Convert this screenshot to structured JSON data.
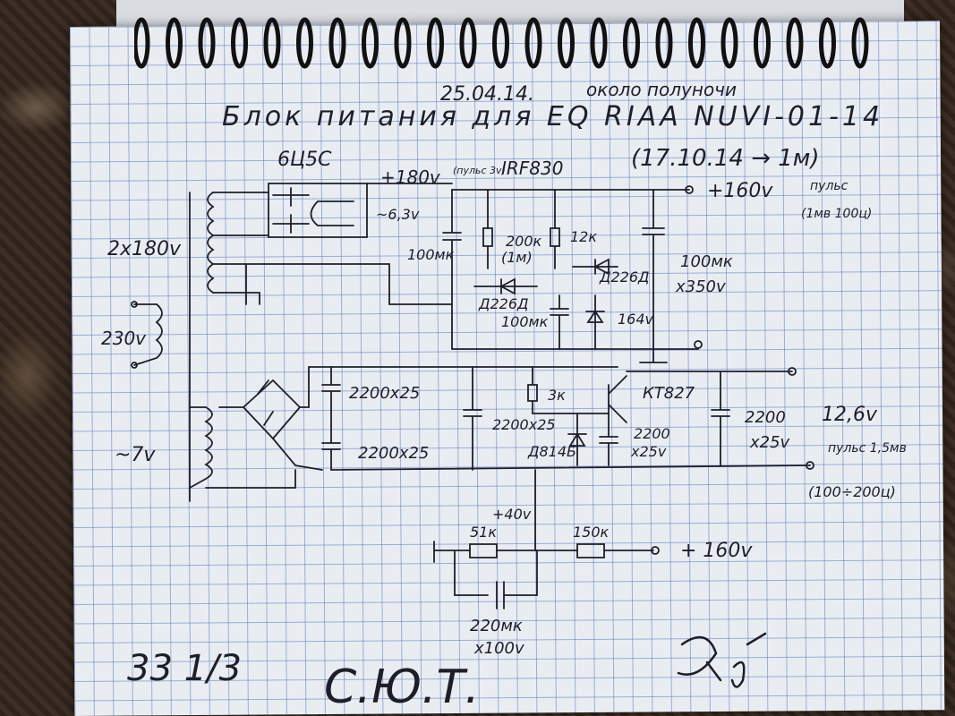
{
  "header": {
    "date": "25.04.14.",
    "time_note": "около полуночи",
    "title": "Блок питания для EQ RIAA NUVI-01-14",
    "revision": "(17.10.14 → 1м)"
  },
  "tube_section": {
    "tube": "6Ц5С",
    "heater": "~6,3v",
    "secondary": "2x180v",
    "mains": "230v",
    "b_plus": "+180v",
    "ripple_note": "(пульс 3v)",
    "mosfet": "IRF830",
    "output": "+160v",
    "output_ripple": "пульс",
    "output_ripple2": "(1мв 100ц)",
    "c_in": "100мк",
    "r1": "200к",
    "r1_alt": "(1м)",
    "r2": "12к",
    "diode_a": "Д226Д",
    "diode_b": "Д226Д",
    "c_ref": "100мк",
    "zener": "164v",
    "c_out": "100мк",
    "c_out_v": "x350v"
  },
  "low_voltage_section": {
    "winding": "~7v",
    "c1": "2200x25",
    "c2": "2200x25",
    "r_base": "3к",
    "transistor": "КТ827",
    "c3": "2200x25",
    "zener": "Д814Б",
    "c4": "2200",
    "c4_v": "x25v",
    "c5": "2200",
    "c5_v": "x25v",
    "output": "12,6v",
    "ripple": "пульс 1,5мв",
    "ripple2": "(100÷200ц)"
  },
  "filter_section": {
    "v_in": "+40v",
    "r1": "51к",
    "r2": "150к",
    "output": "+ 160v",
    "cap": "220мк",
    "cap_v": "x100v"
  },
  "footer": {
    "rpm": "33 1/3",
    "signature_initials": "С.Ю.Т."
  }
}
